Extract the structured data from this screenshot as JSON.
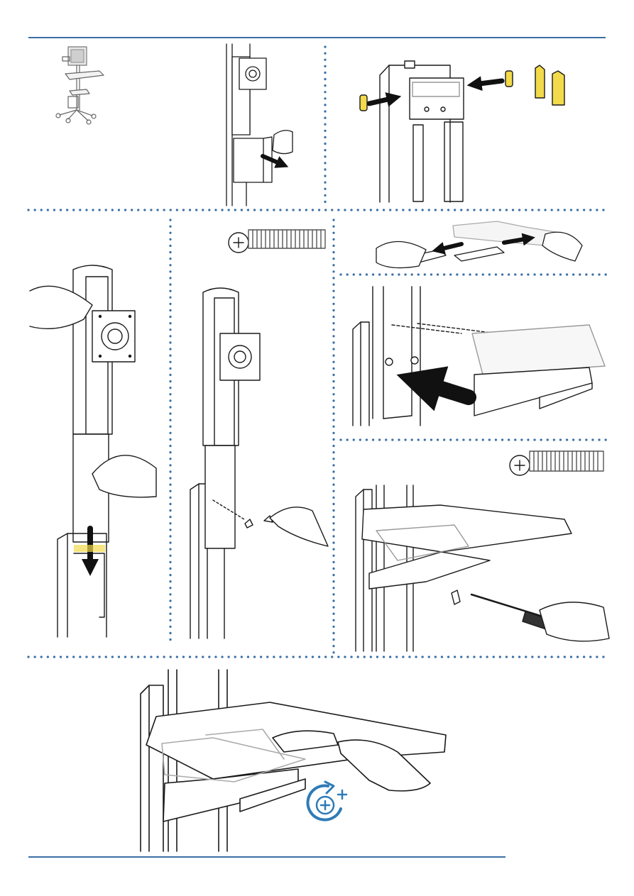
{
  "page": {
    "type": "assembly-instructions",
    "text_content": []
  },
  "colors": {
    "rule": "#3a6fa6",
    "dots": "#3a6fa6",
    "line": "#1a1a1a",
    "cap": "#f2da4a",
    "tool_icon": "#2f7bb7"
  },
  "panels": [
    {
      "id": "cart-overview",
      "icons": [
        "cart-icon"
      ]
    },
    {
      "id": "remove-cover",
      "icons": [
        "hand-icon",
        "arrow-icon"
      ]
    },
    {
      "id": "insert-end-caps",
      "icons": [
        "arrow-icon",
        "end-cap-icon"
      ]
    },
    {
      "id": "slide-column-cover",
      "icons": [
        "hand-icon",
        "arrow-down-icon"
      ]
    },
    {
      "id": "screw-column",
      "icons": [
        "screw-icon",
        "hand-icon"
      ]
    },
    {
      "id": "slide-bracket",
      "icons": [
        "hand-icon",
        "arrow-icon"
      ]
    },
    {
      "id": "attach-bracket",
      "icons": [
        "arrow-icon"
      ]
    },
    {
      "id": "tighten-screw",
      "icons": [
        "screw-icon",
        "screwdriver-icon"
      ]
    },
    {
      "id": "adjust-shelf",
      "icons": [
        "hand-icon",
        "rotate-tighten-icon"
      ]
    }
  ]
}
